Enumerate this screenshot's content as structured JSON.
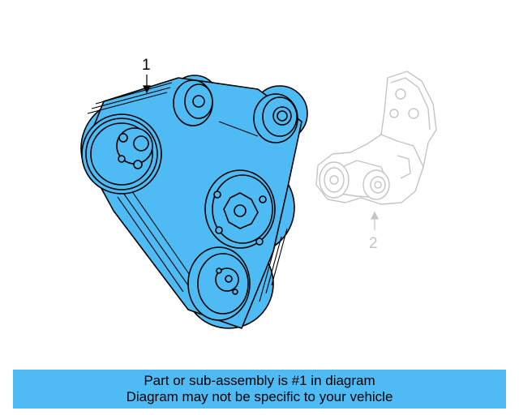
{
  "callouts": {
    "part_1": "1",
    "part_2": "2"
  },
  "banner": {
    "line1": "Part or sub-assembly is #1 in diagram",
    "line2": "Diagram may not be specific to your vehicle"
  },
  "colors": {
    "highlight": "#4ebbf5",
    "outline": "#000000",
    "ghost": "#c4c4c4",
    "background": "#ffffff"
  }
}
